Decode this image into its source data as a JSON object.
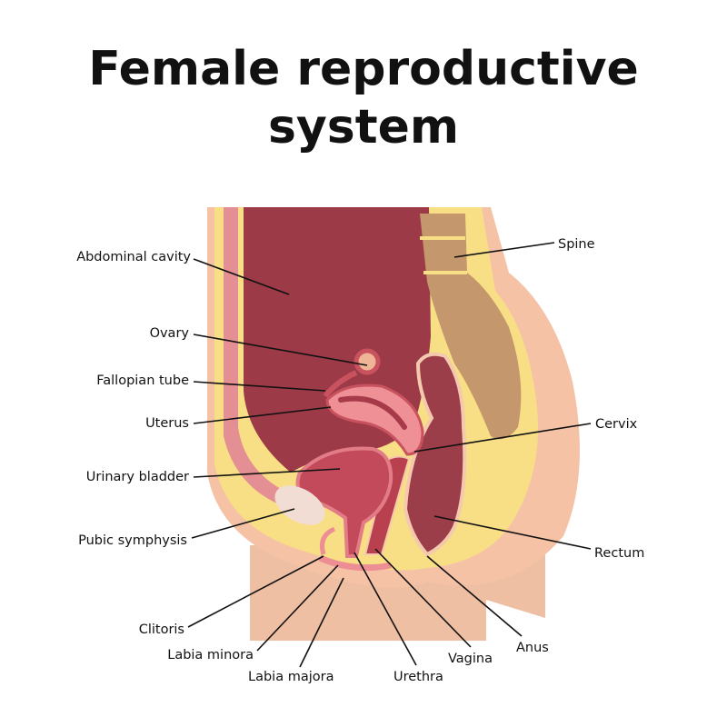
{
  "title": {
    "line1": "Female reproductive",
    "line2": "system"
  },
  "labels": {
    "abdominal_cavity": "Abdominal cavity",
    "ovary": "Ovary",
    "fallopian_tube": "Fallopian tube",
    "uterus": "Uterus",
    "urinary_bladder": "Urinary bladder",
    "pubic_symphysis": "Pubic symphysis",
    "clitoris": "Clitoris",
    "labia_minora": "Labia minora",
    "labia_majora": "Labia majora",
    "urethra": "Urethra",
    "vagina": "Vagina",
    "anus": "Anus",
    "rectum": "Rectum",
    "cervix": "Cervix",
    "spine": "Spine"
  },
  "colors": {
    "skin": "#f5c2a6",
    "fat": "#f8df86",
    "cavity": "#9c3a48",
    "spine": "#c4976c",
    "uterus": "#ef9097",
    "organ": "#b8404f"
  }
}
